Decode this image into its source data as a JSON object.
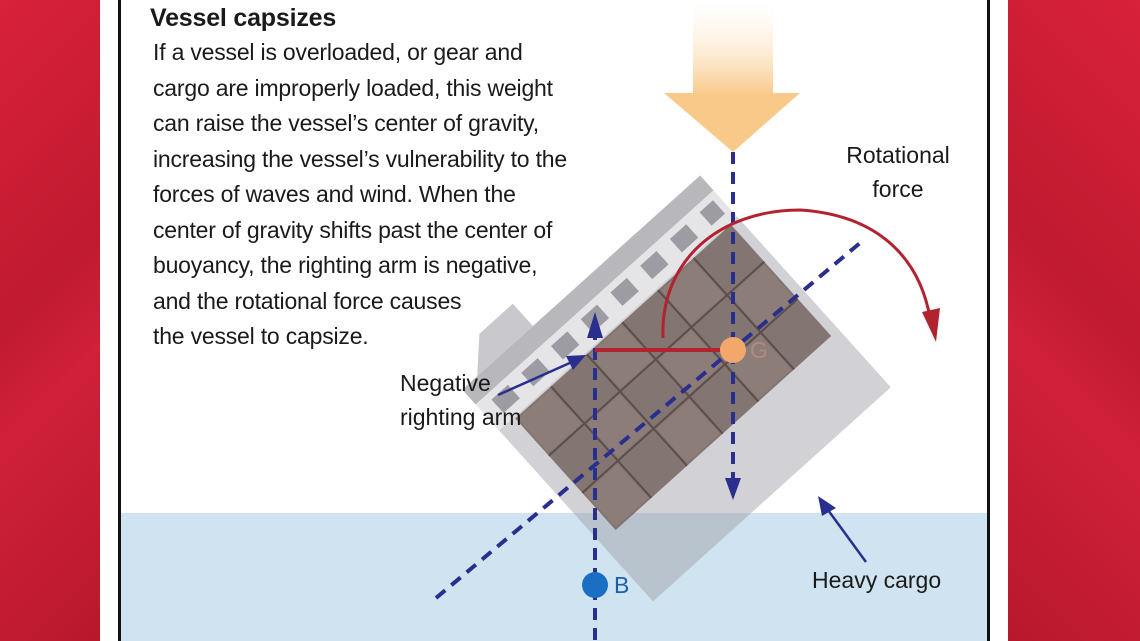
{
  "title": "Vessel capsizes",
  "description_lines": [
    "If a vessel is overloaded, or gear and",
    "cargo are improperly loaded, this weight",
    "can raise the vessel’s center of gravity,",
    "increasing the vessel’s vulnerability to the",
    "forces of waves and wind. When the",
    "center of gravity shifts past the center of",
    "buoyancy, the righting arm is negative,",
    "and the rotational force causes",
    "the vessel to capsize."
  ],
  "labels": {
    "rotational_force_line1": "Rotational",
    "rotational_force_line2": "force",
    "negative_righting_arm_line1": "Negative",
    "negative_righting_arm_line2": "righting arm",
    "heavy_cargo": "Heavy cargo"
  },
  "points": {
    "gravity": "G",
    "buoyancy": "B"
  },
  "colors": {
    "background_red": "#c41e32",
    "water": "#cfe3f0",
    "gravity_arrow": "#f9c98a",
    "dashed_line": "#2a2f8f",
    "righting_arm": "#b2232f",
    "rotation_arrow": "#b2232f",
    "center_of_gravity": "#f3a86b",
    "center_of_buoyancy": "#1a6fc4",
    "cargo": "#7a6a66"
  }
}
